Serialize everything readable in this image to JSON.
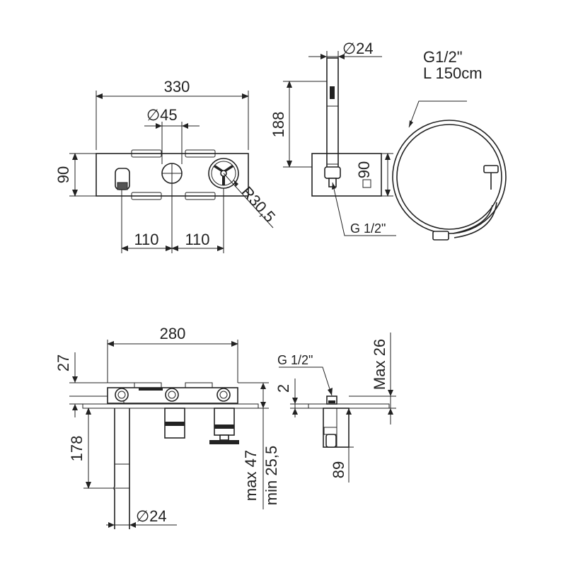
{
  "front_view": {
    "overall_width": "330",
    "dial_diameter": "∅45",
    "height": "90",
    "left_spacing": "110",
    "right_spacing": "110",
    "knob_radius": "R30,5"
  },
  "side_view": {
    "handshower_diameter": "∅24",
    "handshower_height": "188",
    "plate_height": "90",
    "thread": "G 1/2\""
  },
  "hose": {
    "thread": "G1/2\"",
    "length": "L 150cm"
  },
  "body_section": {
    "body_width": "280",
    "top_offset": "27",
    "spout_depth": "178",
    "max_depth": "max 47",
    "min_depth": "min 25,5",
    "spout_diameter": "∅24"
  },
  "side_section": {
    "thread": "G 1/2\"",
    "plate_gap": "2",
    "max_depth": "Max 26",
    "holder_depth": "89"
  }
}
